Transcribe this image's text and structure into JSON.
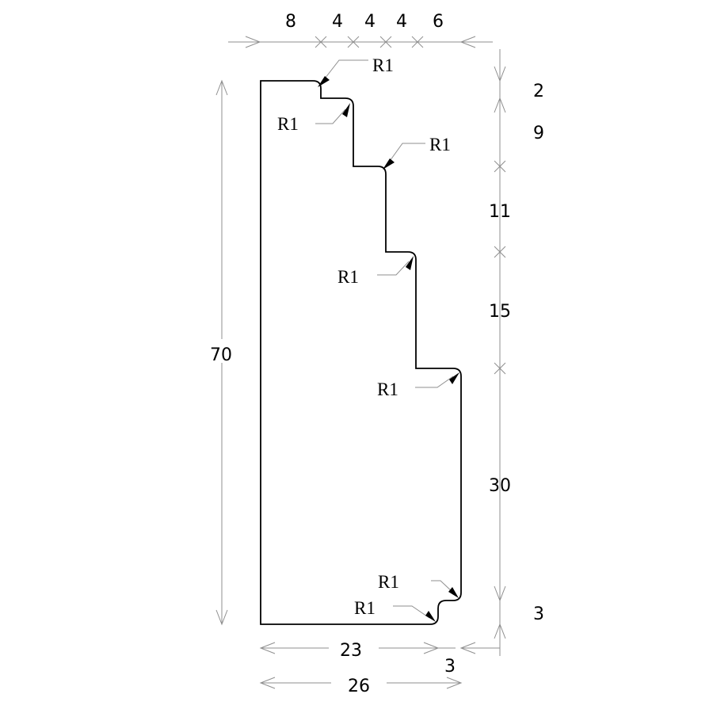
{
  "top_dims": [
    "8",
    "4",
    "4",
    "4",
    "6"
  ],
  "right_dims": [
    "2",
    "9",
    "11",
    "15",
    "30",
    "3"
  ],
  "left_dim": "70",
  "bottom_dims": {
    "width_main": "23",
    "width_step": "3",
    "width_total": "26"
  },
  "radius_label": "R1",
  "radius_labels": [
    "R1",
    "R1",
    "R1",
    "R1",
    "R1",
    "R1",
    "R1"
  ]
}
